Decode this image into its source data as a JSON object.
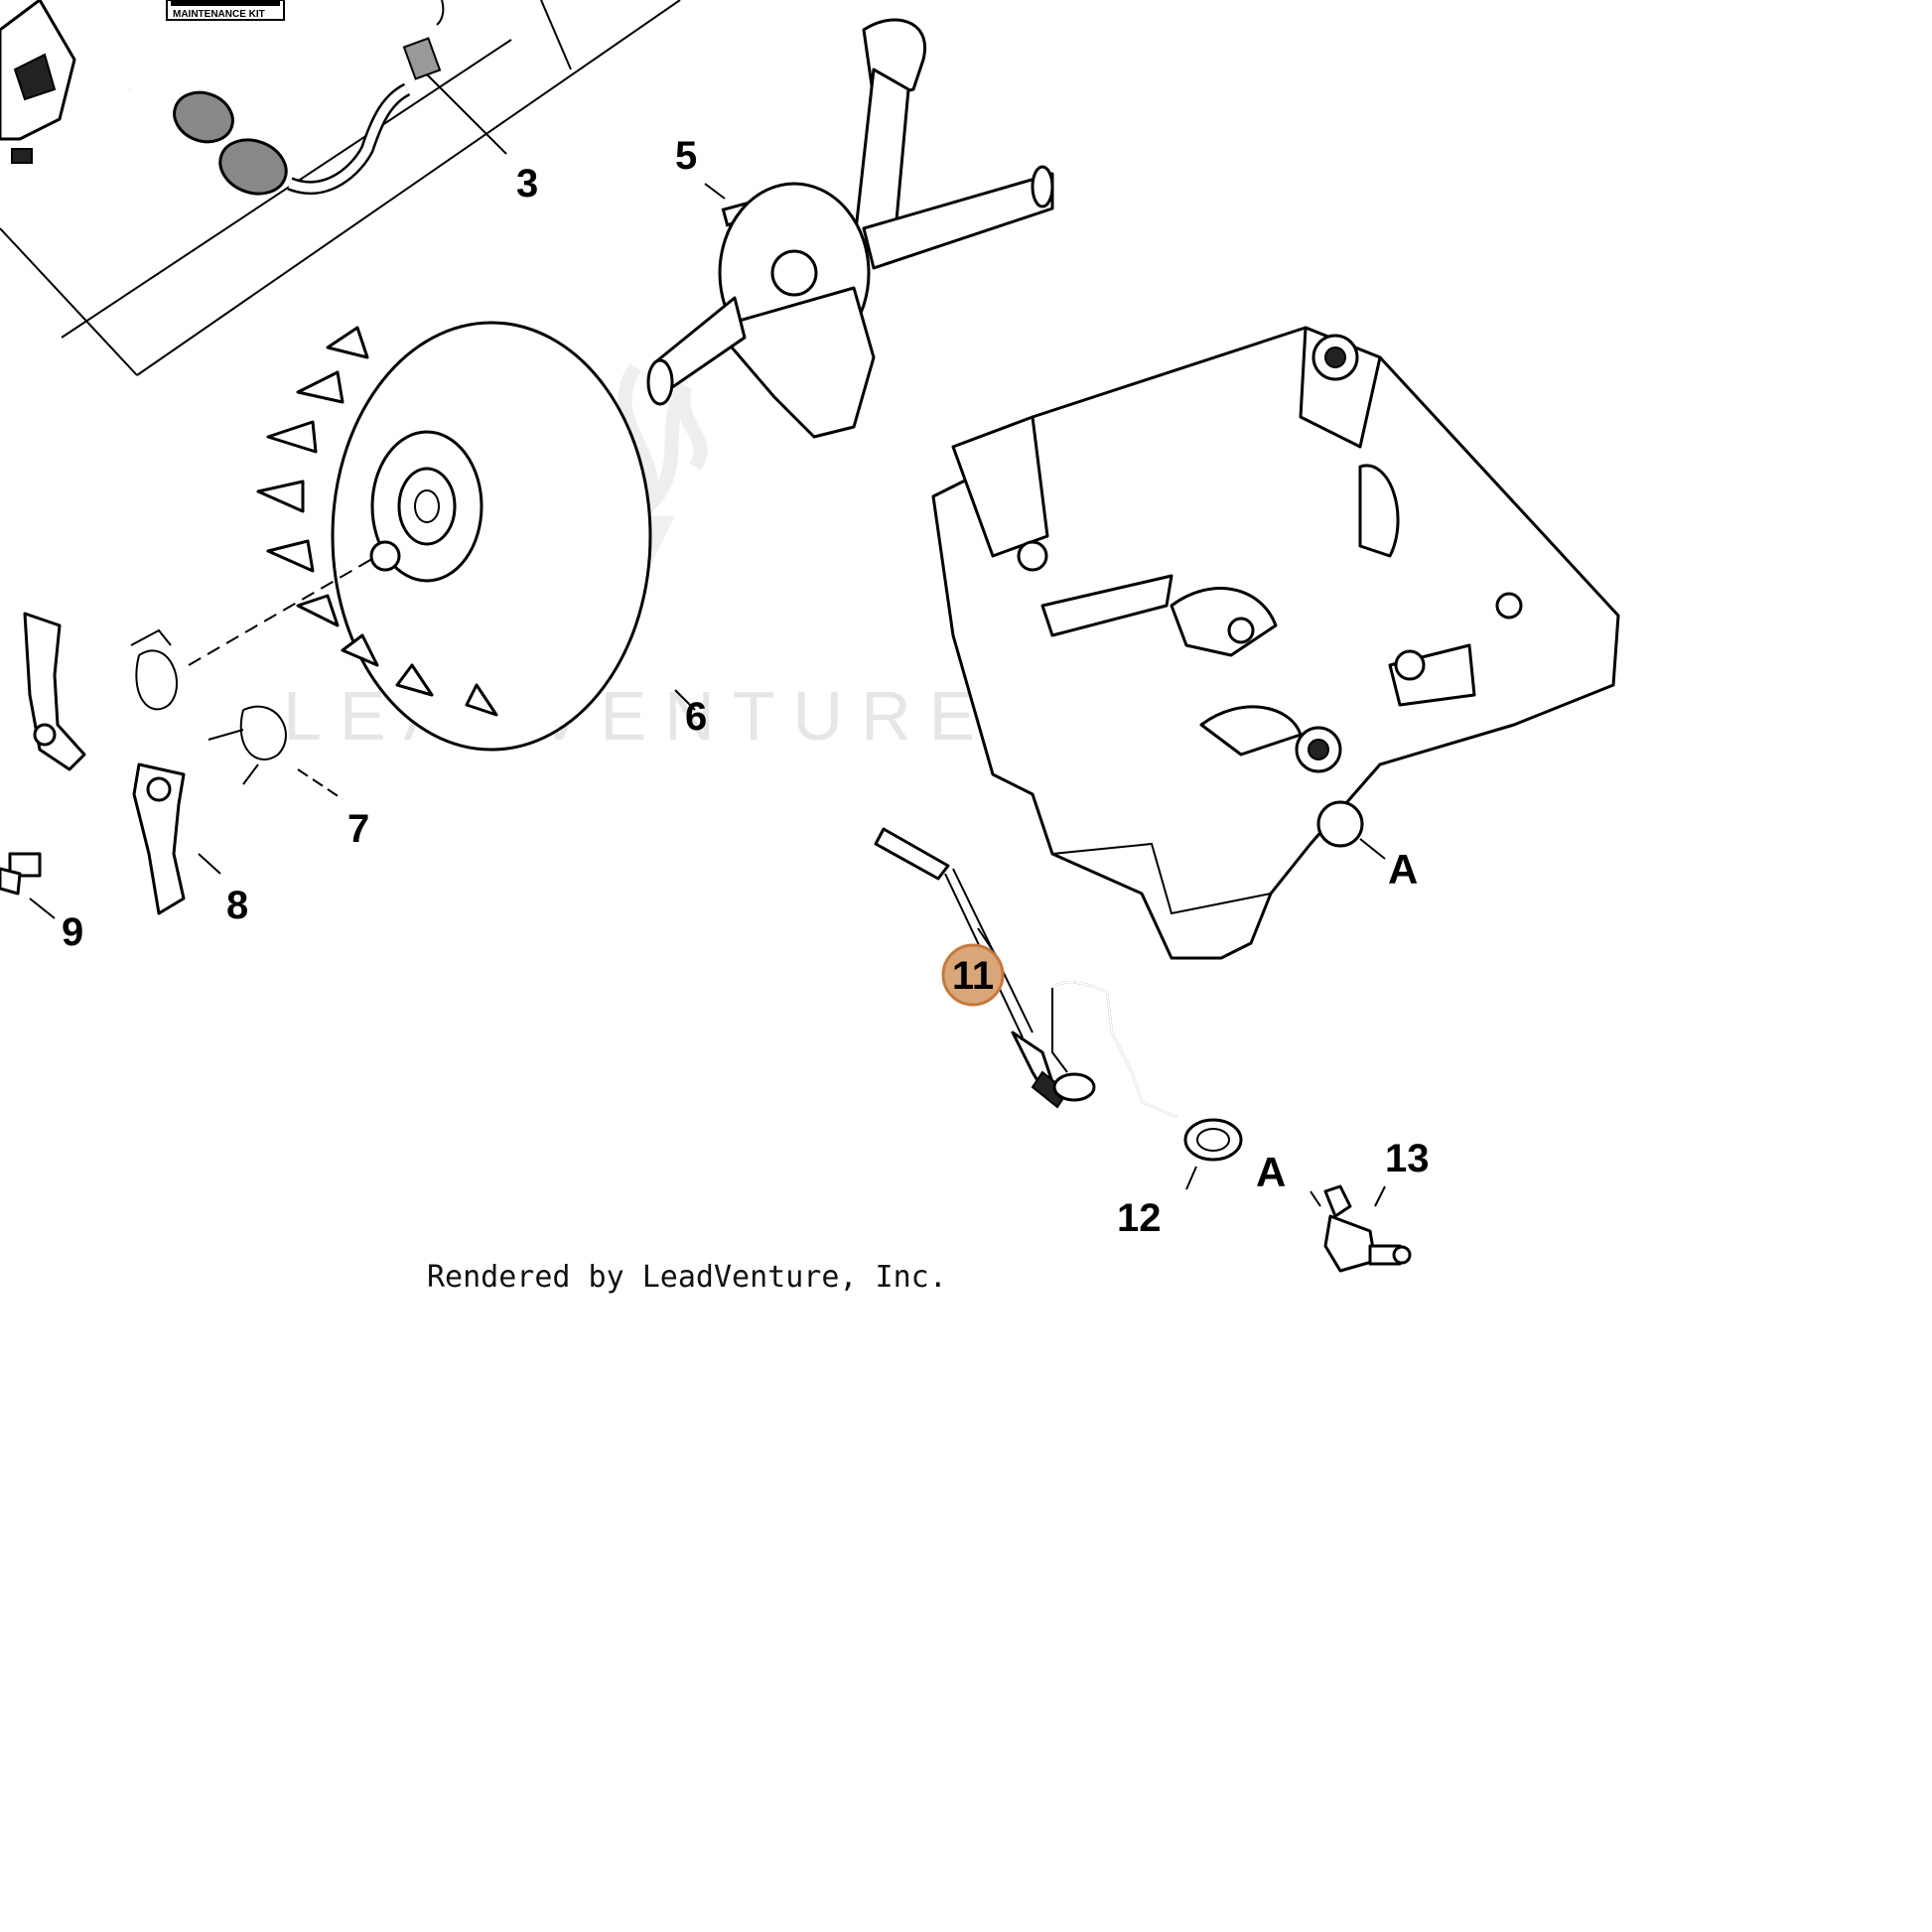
{
  "diagram": {
    "credit": "Rendered by LeadVenture, Inc.",
    "watermark": "LEADVENTURE",
    "kit_label": "MAINTENANCE KIT",
    "highlight_color": "#d9a679",
    "highlight_border": "#c8783c",
    "callouts": {
      "c3": "3",
      "c5": "5",
      "c6": "6",
      "c7": "7",
      "c8": "8",
      "c9": "9",
      "c11": "11",
      "c12": "12",
      "c13": "13",
      "a1": "A",
      "a2": "A"
    }
  }
}
